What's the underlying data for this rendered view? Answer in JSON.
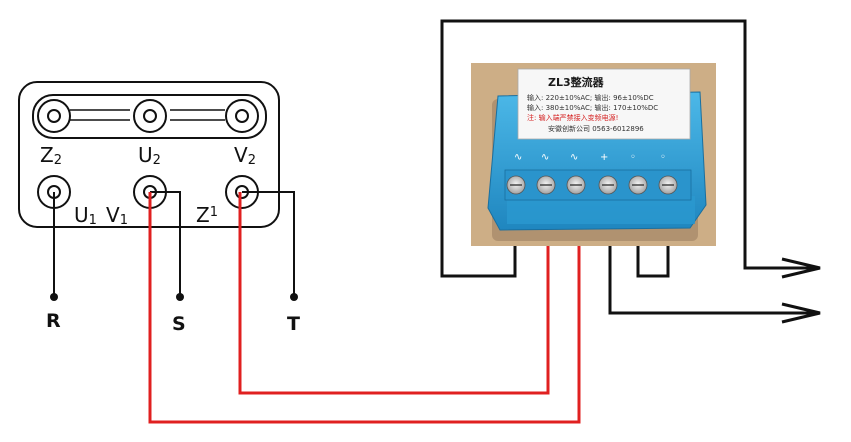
{
  "terminal_box": {
    "top_labels": [
      {
        "main": "Z",
        "sub": "2"
      },
      {
        "main": "U",
        "sub": "2"
      },
      {
        "main": "V",
        "sub": "2"
      }
    ],
    "bottom_labels": [
      {
        "main": "U",
        "sub": "1"
      },
      {
        "main": "V",
        "sub": "1"
      },
      {
        "main": "Z",
        "sub": "1"
      }
    ]
  },
  "leads": [
    "R",
    "S",
    "T"
  ],
  "rectifier": {
    "title": "ZL3整流器",
    "spec_line_1": "输入: 220±10%AC; 输出: 96±10%DC",
    "spec_line_2": "输入: 380±10%AC; 输出: 170±10%DC",
    "warning": "注: 输入端严禁接入变频电源!",
    "maker": "安徽创新公司  0563-6012896",
    "terminal_marks": [
      "∿",
      "∿",
      "∿",
      "+",
      "◦",
      "◦"
    ]
  },
  "colors": {
    "wire": "#111111",
    "red_wire": "#e02020",
    "rectifier_body": "#2fa4da",
    "photo_bg": "#c8a880"
  }
}
